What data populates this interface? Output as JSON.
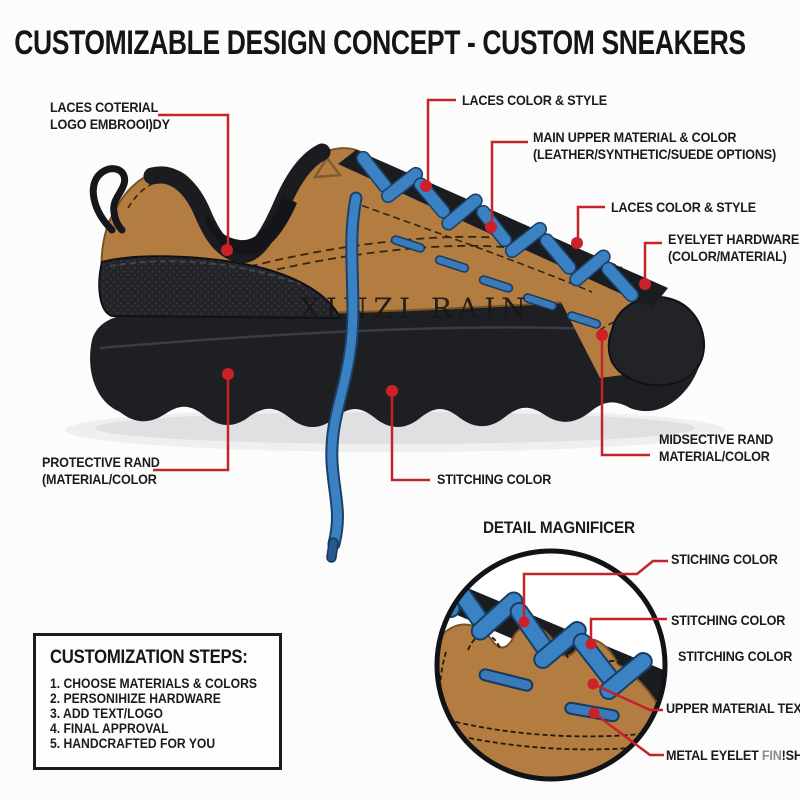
{
  "title": "CUSTOMIZABLE DESIGN CONCEPT - CUSTOM SNEAKERS",
  "brand_watermark": "XINZI RAIN",
  "colors": {
    "accent_red": "#c4232a",
    "upper_tan": "#b37d42",
    "lace_blue": "#3b82c4",
    "sole_black": "#1e1f23"
  },
  "callouts": {
    "laces_material": {
      "line1": "LACES COTERIAL",
      "line2": "LOGO EMBROOI)DY"
    },
    "laces_style_top": {
      "line1": "LACES COLOR & STYLE"
    },
    "main_upper": {
      "line1": "MAIN UPPER MATERIAL & COLOR",
      "line2": "(LEATHER/SYNTHETIC/SUEDE OPTIONS)"
    },
    "laces_style_mid": {
      "line1": "LACES COLOR & STYLE"
    },
    "eyelet_hardware": {
      "line1": "EYELYET HARDWARE",
      "line2": "(COLOR/MATERIAL)"
    },
    "protective_rand": {
      "line1": "PROTECTIVE RAND",
      "line2": "(MATERIAL/COLOR"
    },
    "stitching_color": {
      "line1": "STITCHING COLOR"
    },
    "midsection_rand": {
      "line1": "MIDSECTIVE RAND",
      "line2": "MATERIAL/COLOR"
    }
  },
  "magnifier": {
    "title": "DETAIL MAGNIFICER",
    "label_stiching": "STICHING COLOR",
    "label_stitching2": "STITCHING COLOR",
    "label_stitching3": "STITCHING COLOR",
    "label_upper_material": "UPPER MATERIAL TEXTU",
    "metal_eyelet": {
      "p1": "METAL EYELET ",
      "p2": "FIN",
      "p3": "!SH"
    }
  },
  "steps": {
    "title": "CUSTOMIZATION STEPS:",
    "items": [
      "1. CHOOSE MATERIALS & COLORS",
      "2. PERSONIHIZE HARDWARE",
      "3. ADD TEXT/LOGO",
      "4. FINAL APPROVAL",
      "5. HANDCRAFTED FOR YOU"
    ]
  }
}
